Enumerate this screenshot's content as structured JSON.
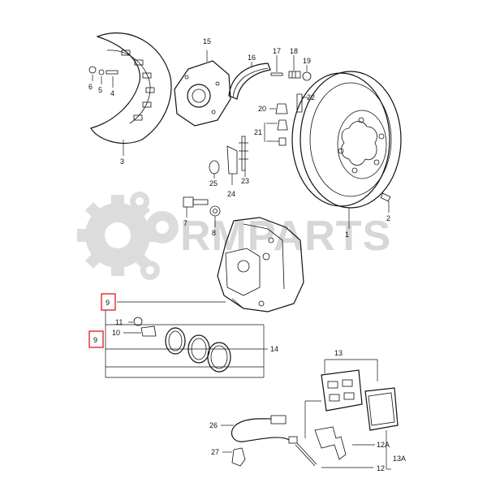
{
  "watermark": {
    "text": "RMPARTS",
    "color": "#d7d7d7"
  },
  "highlight_color": "#e01818",
  "labels": {
    "l1": "1",
    "l2": "2",
    "l3": "3",
    "l4": "4",
    "l5": "5",
    "l6": "6",
    "l7": "7",
    "l8": "8",
    "l9a": "9",
    "l9b": "9",
    "l10": "10",
    "l11": "11",
    "l12": "12",
    "l12a": "12A",
    "l13": "13",
    "l13a": "13A",
    "l14": "14",
    "l15": "15",
    "l16": "16",
    "l17": "17",
    "l18": "18",
    "l19": "19",
    "l20": "20",
    "l21": "21",
    "l22": "22",
    "l23": "23",
    "l24": "24",
    "l25": "25",
    "l26": "26",
    "l27": "27"
  }
}
